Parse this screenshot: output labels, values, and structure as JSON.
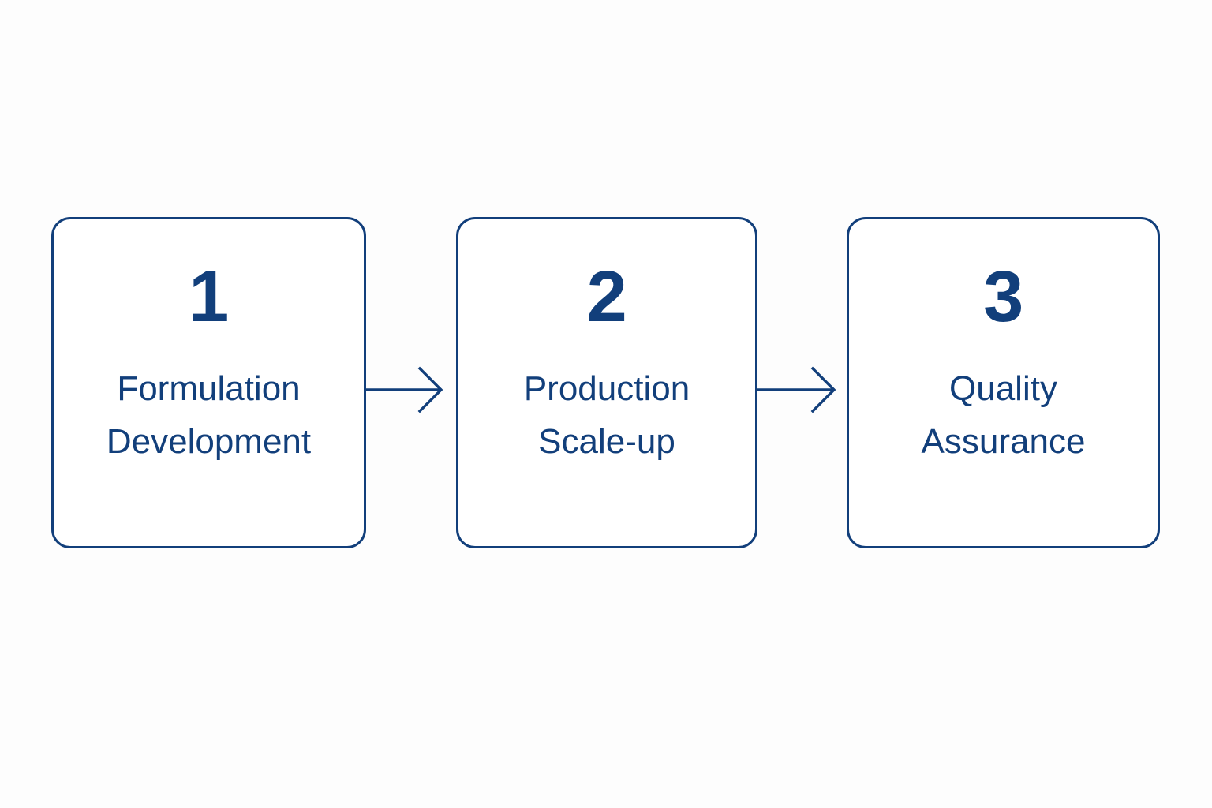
{
  "page": {
    "title": "Process Flow Diagram",
    "background_color": "#fdfdfd",
    "accent_color": "#123f7b"
  },
  "diagram": {
    "type": "horizontal-process-flow",
    "orientation": "left-to-right",
    "step_count": 3,
    "connector_count": 2,
    "steps": [
      {
        "number": "1",
        "label": "Formulation\nDevelopment",
        "label_line1": "Formulation",
        "label_line2": "Development"
      },
      {
        "number": "2",
        "label": "Production\nScale-up",
        "label_line1": "Production",
        "label_line2": "Scale-up"
      },
      {
        "number": "3",
        "label": "Quality\nAssurance",
        "label_line1": "Quality",
        "label_line2": "Assurance"
      }
    ],
    "connectors": [
      {
        "icon": "arrow-right-icon",
        "from": "1",
        "to": "2"
      },
      {
        "icon": "arrow-right-icon",
        "from": "2",
        "to": "3"
      }
    ]
  }
}
